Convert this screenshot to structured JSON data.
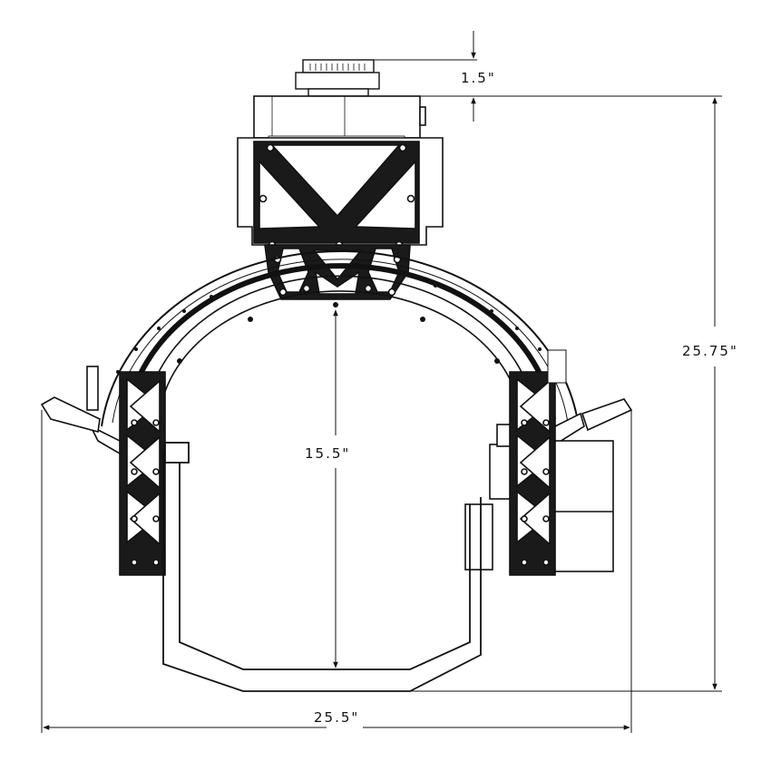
{
  "dimensions": {
    "top_offset": "1.5\"",
    "overall_height": "25.75\"",
    "inner_height": "15.5\"",
    "overall_width": "25.5\""
  },
  "colors": {
    "line": "#111111",
    "panel": "#1a1a1a",
    "fill_white": "#ffffff"
  }
}
